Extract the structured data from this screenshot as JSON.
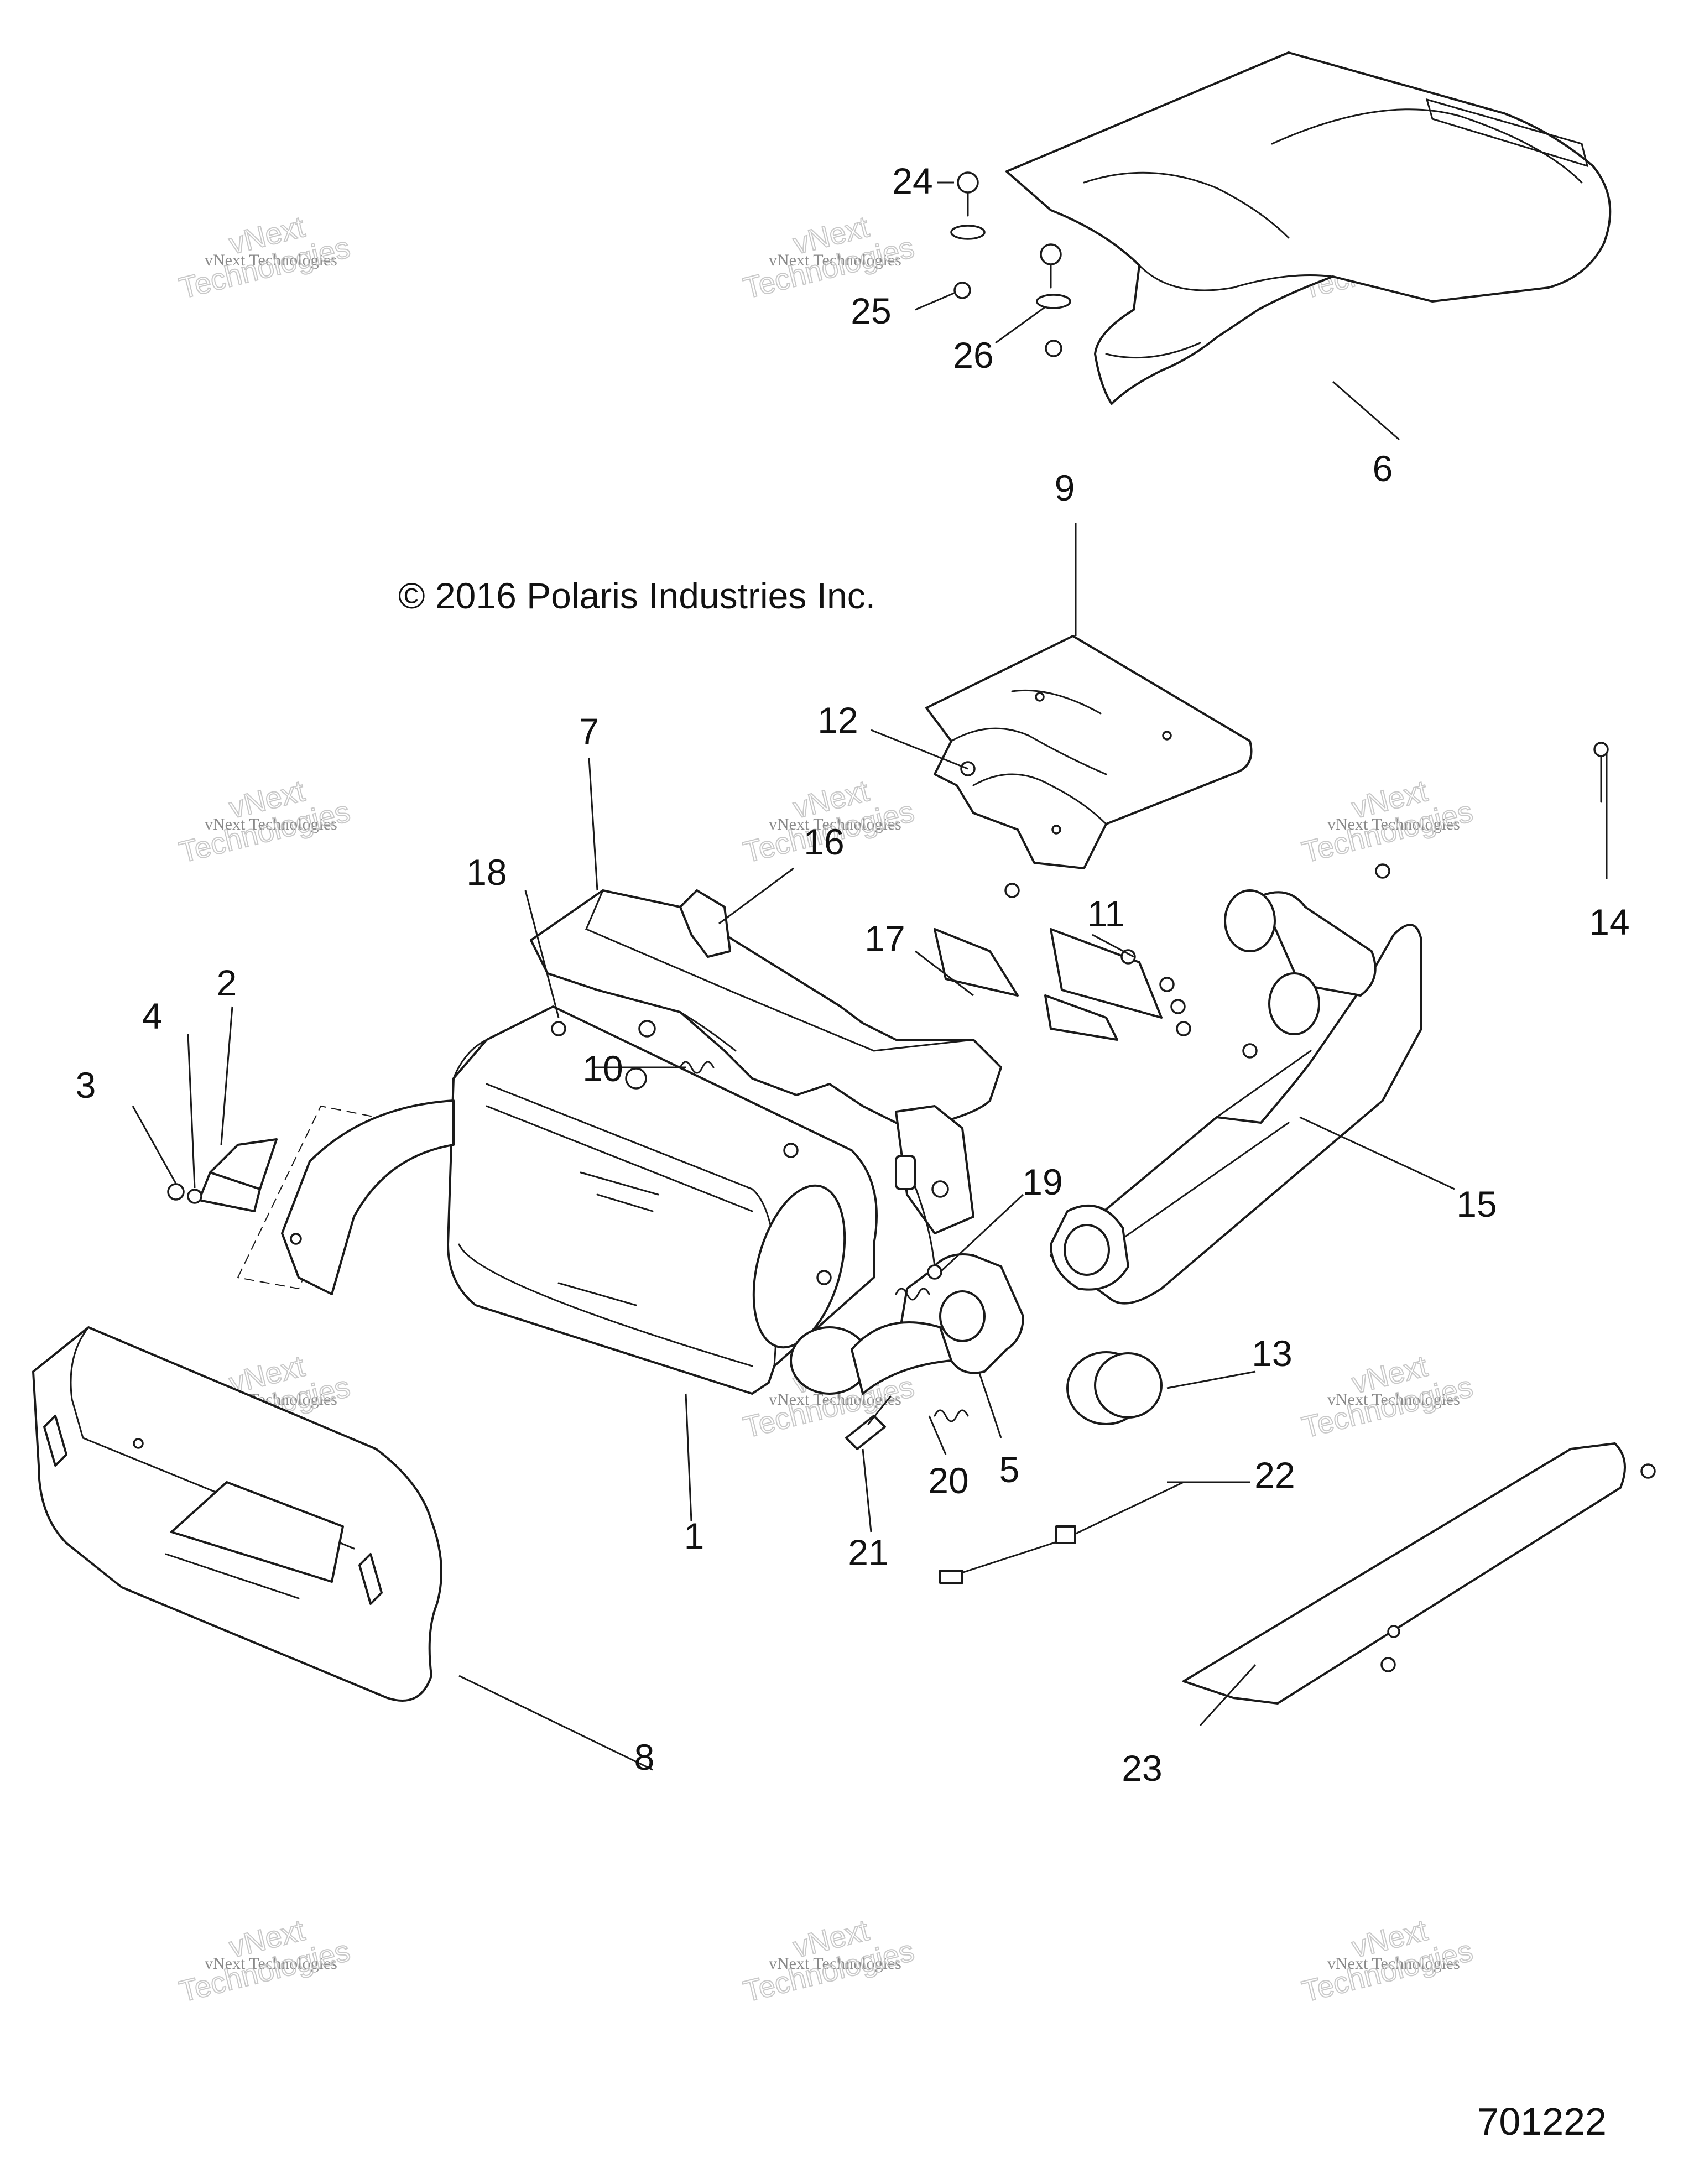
{
  "copyright": "© 2016 Polaris Industries Inc.",
  "document_number": "701222",
  "watermark": {
    "line1": "vNext Technologies",
    "line2": "vNext",
    "line3": "Technologies"
  },
  "callouts": [
    {
      "id": "1",
      "label": "1"
    },
    {
      "id": "2",
      "label": "2"
    },
    {
      "id": "3",
      "label": "3"
    },
    {
      "id": "4",
      "label": "4"
    },
    {
      "id": "5",
      "label": "5"
    },
    {
      "id": "6",
      "label": "6"
    },
    {
      "id": "7",
      "label": "7"
    },
    {
      "id": "8",
      "label": "8"
    },
    {
      "id": "9",
      "label": "9"
    },
    {
      "id": "10",
      "label": "10"
    },
    {
      "id": "11",
      "label": "11"
    },
    {
      "id": "12",
      "label": "12"
    },
    {
      "id": "13",
      "label": "13"
    },
    {
      "id": "14",
      "label": "14"
    },
    {
      "id": "15",
      "label": "15"
    },
    {
      "id": "16",
      "label": "16"
    },
    {
      "id": "17",
      "label": "17"
    },
    {
      "id": "18",
      "label": "18"
    },
    {
      "id": "19",
      "label": "19"
    },
    {
      "id": "20",
      "label": "20"
    },
    {
      "id": "21",
      "label": "21"
    },
    {
      "id": "22",
      "label": "22"
    },
    {
      "id": "23",
      "label": "23"
    },
    {
      "id": "24",
      "label": "24"
    },
    {
      "id": "25",
      "label": "25"
    },
    {
      "id": "26",
      "label": "26"
    }
  ]
}
